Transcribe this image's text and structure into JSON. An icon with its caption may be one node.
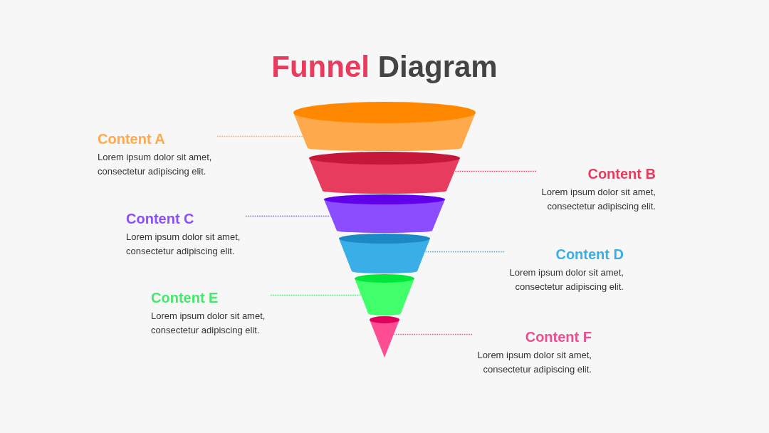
{
  "diagram": {
    "title": "Funnel Diagram",
    "nodes": [
      {
        "text": [
          "Content A",
          "Lorem ipsum dolor sit amet, consectetur adipiscing elit."
        ]
      },
      {
        "text": [
          "Content B",
          "Lorem ipsum dolor sit amet, consectetur adipiscing elit."
        ]
      },
      {
        "text": [
          "Content C",
          "Lorem ipsum dolor sit amet, consectetur adipiscing elit."
        ]
      },
      {
        "text": [
          "Content D",
          "Lorem ipsum dolor sit amet, consectetur adipiscing elit."
        ]
      },
      {
        "text": [
          "Content E",
          "Lorem ipsum dolor sit amet, consectetur adipiscing elit."
        ]
      },
      {
        "text": [
          "Content F",
          "Lorem ipsum dolor sit amet, consectetur adipiscing elit."
        ]
      },
      {
        "text": [],
        "shape": "trapezoid"
      },
      {
        "text": [],
        "shape": "trapezoid"
      },
      {
        "text": [],
        "shape": "trapezoid"
      },
      {
        "text": [],
        "shape": "trapezoid"
      },
      {
        "text": [],
        "shape": "trapezoid"
      },
      {
        "text": [],
        "shape": "cone"
      }
    ],
    "edges": [
      {
        "from": 0,
        "to": 6,
        "arrow": "none",
        "style": "dashed",
        "color": "#ffa94d"
      },
      {
        "from": 1,
        "to": 7,
        "arrow": "none",
        "style": "dashed",
        "color": "#e83c5f"
      },
      {
        "from": 2,
        "to": 8,
        "arrow": "none",
        "style": "dashed",
        "color": "#8c4dff"
      },
      {
        "from": 3,
        "to": 9,
        "arrow": "none",
        "style": "dashed",
        "color": "#3aaee6"
      },
      {
        "from": 4,
        "to": 10,
        "arrow": "none",
        "style": "dashed",
        "color": "#44e86a"
      },
      {
        "from": 5,
        "to": 11,
        "arrow": "none",
        "style": "dashed",
        "color": "#ff4d94"
      }
    ]
  }
}
